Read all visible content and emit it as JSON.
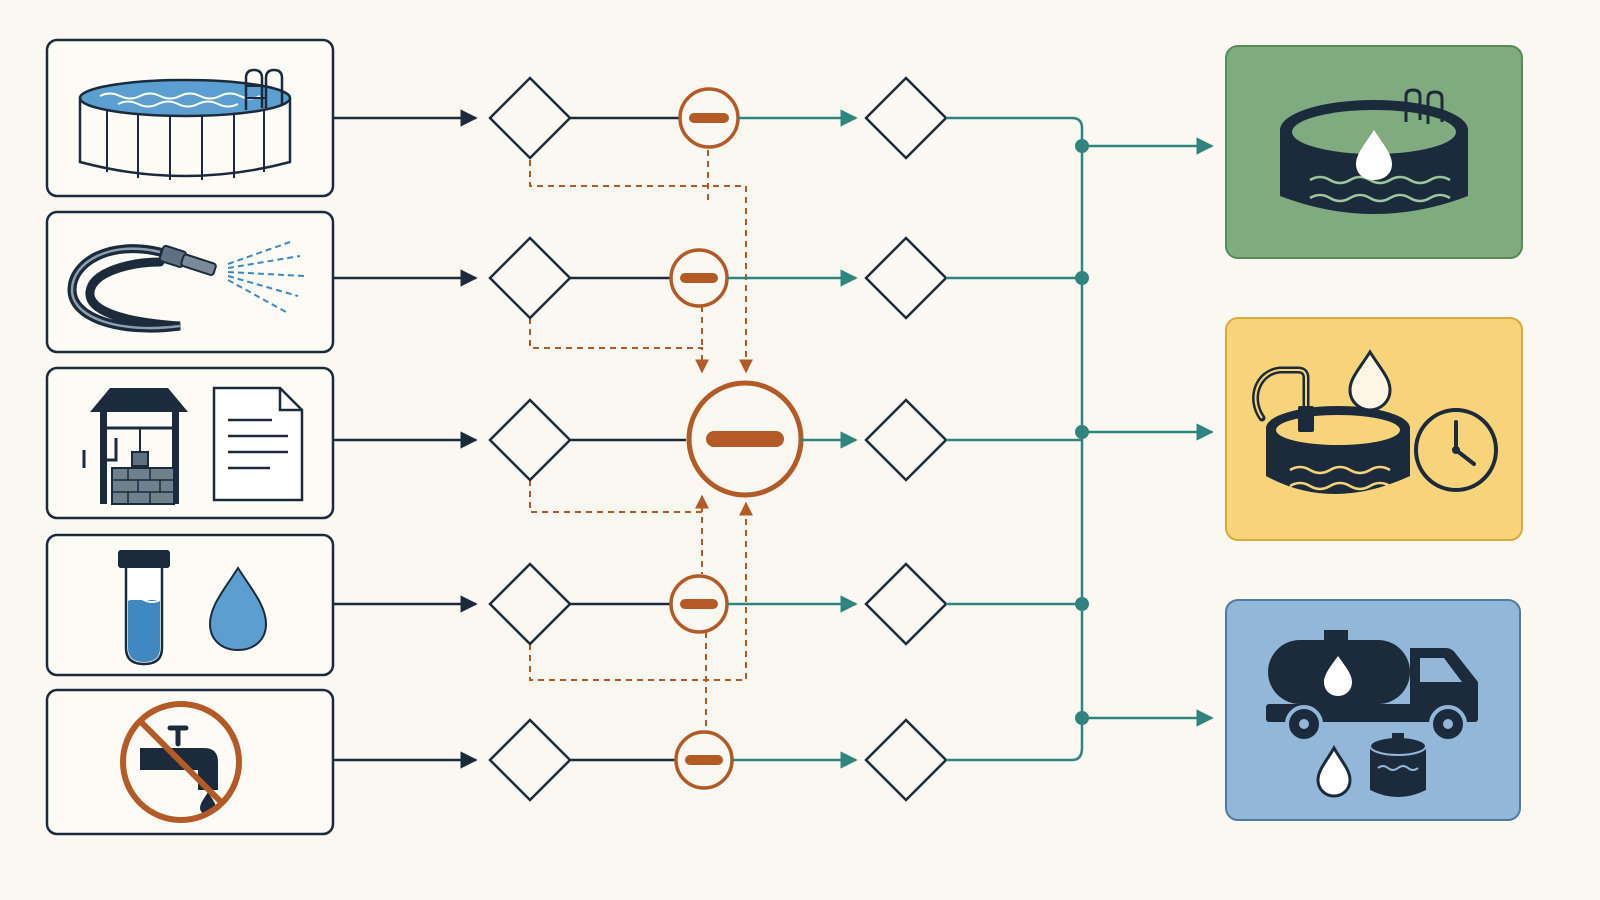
{
  "colors": {
    "background": "#fbf8f1",
    "navy": "#1c2b3c",
    "teal": "#2f8480",
    "rust": "#b35a26",
    "water_blue": "#3f88c0",
    "outcome_green": "#7fab7f",
    "outcome_yellow": "#f7d37a",
    "outcome_blue": "#93b7d8"
  },
  "inputs": [
    {
      "name": "input-above-ground-pool",
      "icons": [
        "above-ground-pool-icon"
      ]
    },
    {
      "name": "input-garden-hose",
      "icons": [
        "garden-hose-spray-icon"
      ]
    },
    {
      "name": "input-well-and-document",
      "icons": [
        "water-well-icon",
        "document-icon"
      ]
    },
    {
      "name": "input-water-test",
      "icons": [
        "test-tube-icon",
        "water-drop-icon"
      ]
    },
    {
      "name": "input-no-tap-water",
      "icons": [
        "no-tap-water-icon"
      ]
    }
  ],
  "outcomes": [
    {
      "name": "outcome-filled-pool",
      "icons": [
        "filled-pool-icon",
        "water-drop-icon"
      ],
      "color": "#7fab7f"
    },
    {
      "name": "outcome-slow-fill",
      "icons": [
        "hose-filling-pool-icon",
        "water-drop-icon",
        "clock-icon"
      ],
      "color": "#f7d37a"
    },
    {
      "name": "outcome-water-delivery",
      "icons": [
        "water-tanker-truck-icon",
        "water-drop-icon",
        "water-tank-icon"
      ],
      "color": "#93b7d8"
    }
  ]
}
